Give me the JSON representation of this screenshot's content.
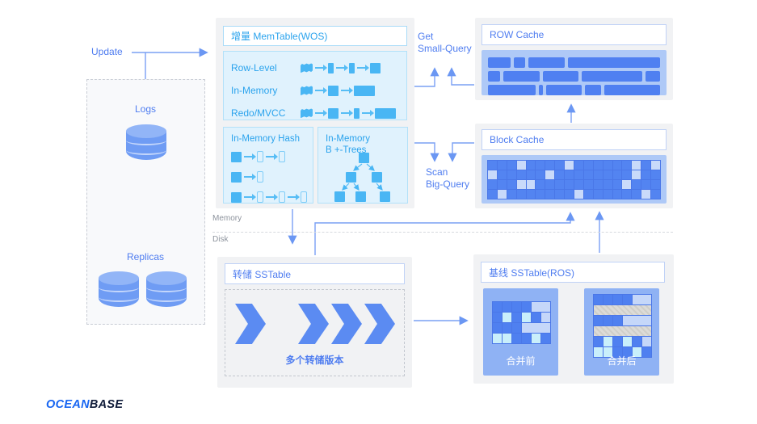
{
  "labels": {
    "update": "Update",
    "logs": "Logs",
    "replicas": "Replicas",
    "memory": "Memory",
    "disk": "Disk",
    "get": "Get",
    "small_query": "Small-Query",
    "scan": "Scan",
    "big_query": "Big-Query"
  },
  "memtable": {
    "title": "增量 MemTable(WOS)",
    "rows": [
      {
        "label": "Row-Level",
        "icons": [
          "flag",
          "vrect",
          "vrect",
          "square"
        ]
      },
      {
        "label": "In-Memory",
        "icons": [
          "flag",
          "square",
          "wrect"
        ]
      },
      {
        "label": "Redo/MVCC",
        "icons": [
          "flag",
          "square",
          "vrect",
          "wrect"
        ]
      }
    ],
    "hash": {
      "title": "In-Memory Hash",
      "chain_lengths": [
        2,
        1,
        3
      ]
    },
    "btree": {
      "title_line1": "In-Memory",
      "title_line2": "B +-Trees"
    }
  },
  "row_cache": {
    "title": "ROW Cache",
    "rows": [
      [
        2.5,
        1.2,
        4,
        10
      ],
      [
        1.5,
        4.5,
        4.5,
        7.5,
        1.8
      ],
      [
        6,
        0.5,
        4.5,
        2,
        7
      ]
    ]
  },
  "block_cache": {
    "title": "Block Cache",
    "grid": [
      "...L....L......L.L",
      "L.....L........L..",
      "...LL.........L...",
      ".L.......L......L."
    ]
  },
  "dump_sstable": {
    "title": "转储 SSTable",
    "caption": "多个转储版本",
    "chevron_groups": [
      1,
      3
    ]
  },
  "baseline_sstable": {
    "title": "基线 SSTable(ROS)",
    "before_label": "合并前",
    "after_label": "合并后",
    "before_rows": [
      [
        [
          "b",
          1
        ],
        [
          "b",
          1
        ],
        [
          "b",
          1
        ],
        [
          "b",
          1
        ],
        [
          "p",
          2
        ]
      ],
      [
        [
          "b",
          1
        ],
        [
          "c",
          1
        ],
        [
          "b",
          1
        ],
        [
          "c",
          1
        ],
        [
          "b",
          1
        ],
        [
          "p",
          1
        ]
      ],
      [
        [
          "b",
          1
        ],
        [
          "b",
          1
        ],
        [
          "b",
          1
        ],
        [
          "p",
          3
        ]
      ],
      [
        [
          "c",
          1
        ],
        [
          "c",
          1
        ],
        [
          "b",
          1
        ],
        [
          "b",
          1
        ],
        [
          "c",
          1
        ],
        [
          "b",
          1
        ]
      ]
    ],
    "after_rows": [
      [
        [
          "b",
          1
        ],
        [
          "b",
          1
        ],
        [
          "b",
          1
        ],
        [
          "b",
          1
        ],
        [
          "p",
          2
        ]
      ],
      [
        [
          "g",
          6
        ]
      ],
      [
        [
          "b",
          1
        ],
        [
          "b",
          1
        ],
        [
          "b",
          1
        ],
        [
          "p",
          3
        ]
      ],
      [
        [
          "g",
          6
        ]
      ],
      [
        [
          "b",
          1
        ],
        [
          "c",
          1
        ],
        [
          "b",
          1
        ],
        [
          "c",
          1
        ],
        [
          "b",
          1
        ],
        [
          "p",
          1
        ]
      ],
      [
        [
          "c",
          1
        ],
        [
          "c",
          1
        ],
        [
          "b",
          1
        ],
        [
          "b",
          1
        ],
        [
          "c",
          1
        ],
        [
          "b",
          1
        ]
      ]
    ]
  },
  "logo": {
    "part1": "OCEAN",
    "part2": "BASE"
  },
  "colors": {
    "royal_blue": "#4f7df0",
    "sky_blue": "#2aa3ed",
    "sky_icon": "#49b6f4",
    "block_fill": "#4f80f1",
    "cache_panel_bg": "#aec9f7",
    "light_cell": "#c9dafa",
    "cyan_cell": "#c9effb",
    "merge_panel_bg": "#8fb2f4",
    "gray_bar": "#d5d4d0",
    "container_gray": "#f1f2f4",
    "connector": "#6b97f3"
  }
}
